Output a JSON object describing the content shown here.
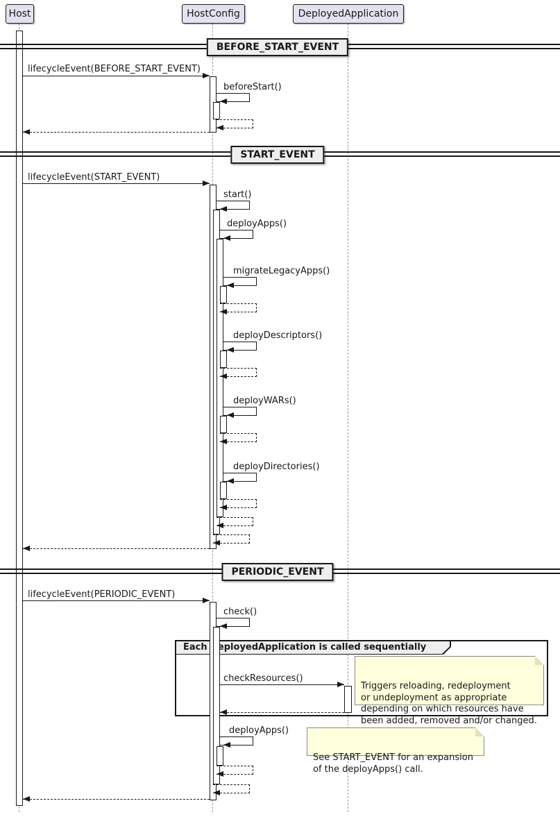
{
  "participants": [
    {
      "label": "Host"
    },
    {
      "label": "HostConfig"
    },
    {
      "label": "DeployedApplication"
    }
  ],
  "sections": {
    "before_start": {
      "divider": "BEFORE_START_EVENT",
      "messages": {
        "lifecycle": "lifecycleEvent(BEFORE_START_EVENT)",
        "before_start": "beforeStart()"
      }
    },
    "start": {
      "divider": "START_EVENT",
      "messages": {
        "lifecycle": "lifecycleEvent(START_EVENT)",
        "start": "start()",
        "deploy_apps": "deployApps()",
        "migrate_legacy_apps": "migrateLegacyApps()",
        "deploy_descriptors": "deployDescriptors()",
        "deploy_wars": "deployWARs()",
        "deploy_directories": "deployDirectories()"
      }
    },
    "periodic": {
      "divider": "PERIODIC_EVENT",
      "messages": {
        "lifecycle": "lifecycleEvent(PERIODIC_EVENT)",
        "check": "check()",
        "check_resources": "checkResources()",
        "deploy_apps": "deployApps()"
      },
      "group_label": "Each DeployedApplication is called sequentially",
      "notes": [
        {
          "text": "Triggers reloading, redeployment\nor undeployment as appropriate\ndepending on which resources have\nbeen added, removed and/or changed."
        },
        {
          "text": "See START_EVENT for an expansion\nof the deployApps() call."
        }
      ]
    }
  },
  "colors": {
    "participant_fill": "#E2E2F0",
    "participant_border": "#181818",
    "divider_fill": "#EEEEEE",
    "group_header_fill": "#EEEEEE",
    "note_fill": "#FEFFDD",
    "note_border": "#888888",
    "line": "#181818",
    "lifeline": "#999999",
    "activation_fill": "#FFFFFF"
  }
}
